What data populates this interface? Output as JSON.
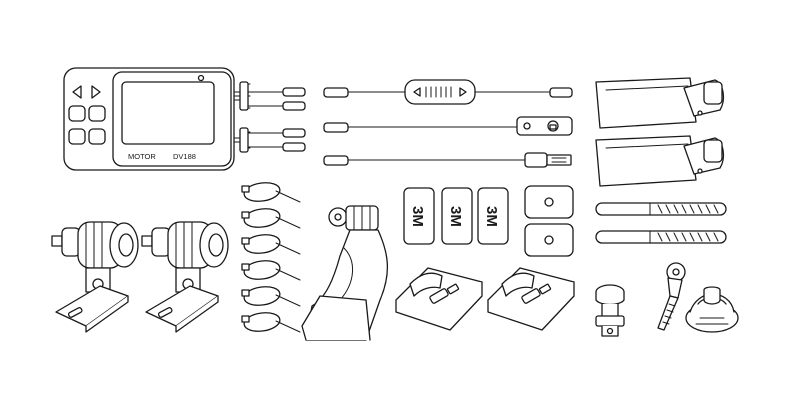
{
  "dashcam": {
    "brand_label": "MOTOR",
    "model_label": "DV188"
  },
  "adhesive_pads": [
    {
      "label": "3M"
    },
    {
      "label": "3M"
    },
    {
      "label": "3M"
    }
  ],
  "icons": [
    "dvr-recorder-icon",
    "camera-cable-icon",
    "remote-switch-cable-icon",
    "indicator-light-cable-icon",
    "usb-power-cable-icon",
    "velcro-strap-icon",
    "cable-tie-icon",
    "bullet-camera-icon",
    "j-hook-mount-icon",
    "3m-adhesive-pad-icon",
    "curved-base-mount-icon",
    "square-sticker-icon",
    "hook-loop-strap-icon",
    "tripod-adapter-icon",
    "thumb-screw-icon",
    "screw-nut-icon"
  ]
}
